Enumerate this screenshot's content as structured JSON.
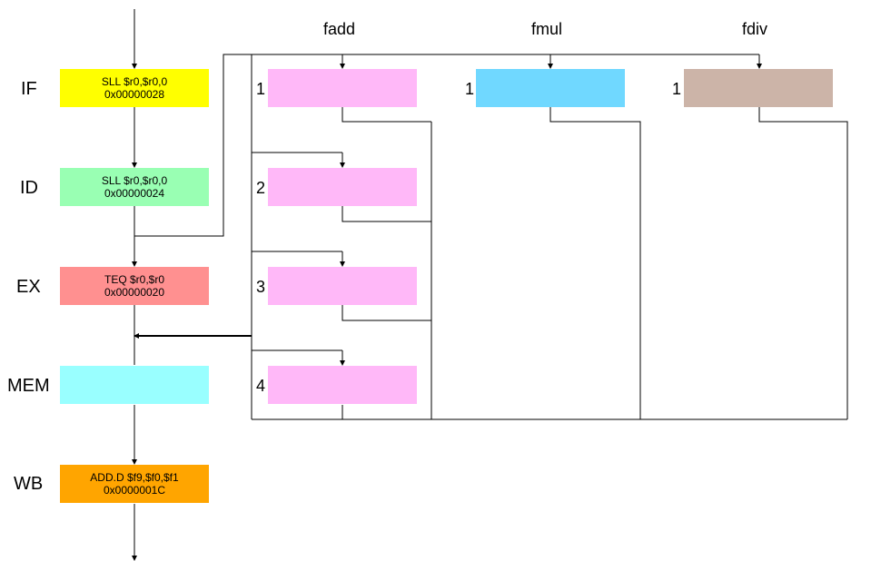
{
  "stages": [
    {
      "label": "IF",
      "instr": "SLL $r0,$r0,0",
      "addr": "0x00000028",
      "color": "#ffff00"
    },
    {
      "label": "ID",
      "instr": "SLL $r0,$r0,0",
      "addr": "0x00000024",
      "color": "#99ffb3"
    },
    {
      "label": "EX",
      "instr": "TEQ $r0,$r0",
      "addr": "0x00000020",
      "color": "#ff9090"
    },
    {
      "label": "MEM",
      "instr": "",
      "addr": "",
      "color": "#99ffff"
    },
    {
      "label": "WB",
      "instr": "ADD.D $f9,$f0,$f1",
      "addr": "0x0000001C",
      "color": "#ffa500"
    }
  ],
  "fpu": {
    "fadd": {
      "title": "fadd",
      "color": "#ffb8f8",
      "stages": [
        "1",
        "2",
        "3",
        "4"
      ]
    },
    "fmul": {
      "title": "fmul",
      "color": "#70d8ff",
      "stages": [
        "1"
      ]
    },
    "fdiv": {
      "title": "fdiv",
      "color": "#ccb4a8",
      "stages": [
        "1"
      ]
    }
  }
}
